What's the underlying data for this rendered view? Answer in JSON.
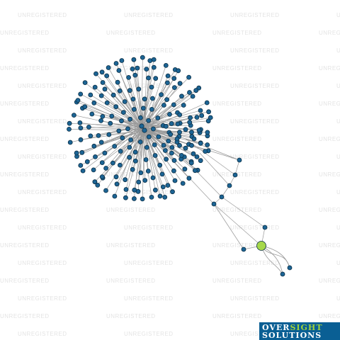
{
  "watermark": {
    "text": "UNREGISTERED"
  },
  "logo": {
    "word1_part1": "OVER",
    "word1_part2": "SIGHT",
    "word2": "SOLUTIONS"
  },
  "colors": {
    "node_fill": "#1c6494",
    "node_stroke": "#0b2e44",
    "highlight_node_fill": "#a6d84a",
    "edge": "#9a9a9a",
    "watermark": "#e4e4e4",
    "logo_bg": "#0a5f94",
    "logo_accent": "#9fd23b"
  },
  "network": {
    "hub_count": 2,
    "cluster_node_count": 190,
    "chain_node_count": 6,
    "highlighted_node_count": 1,
    "leaf_node_count": 4
  }
}
